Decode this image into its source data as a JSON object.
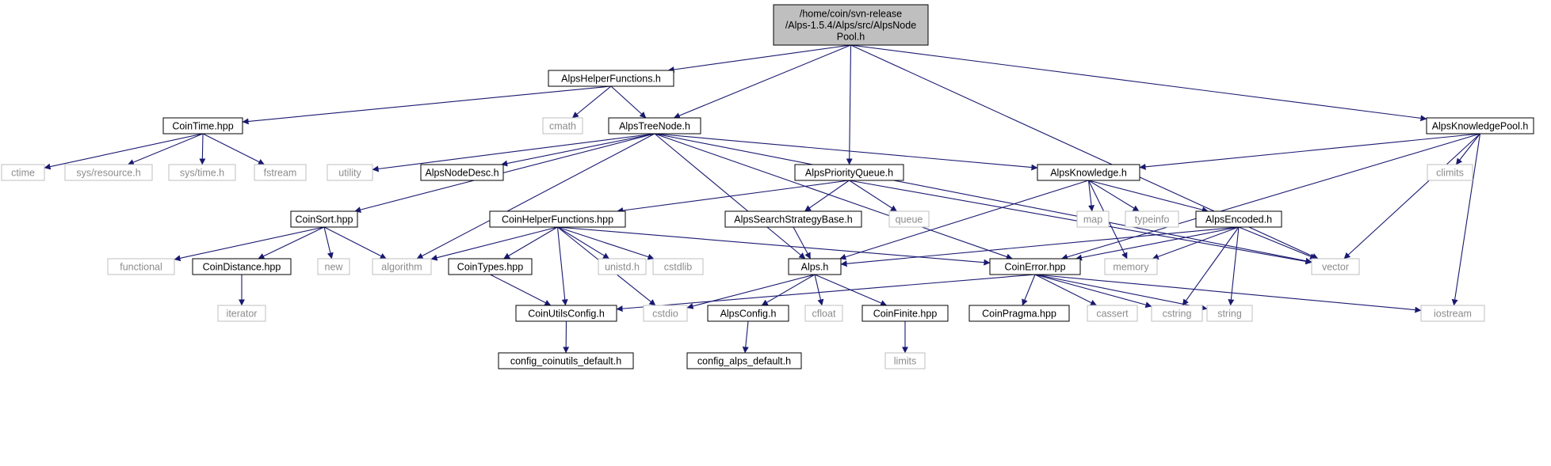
{
  "colors": {
    "root_fill": "#bfbfbf",
    "border_dark": "#000000",
    "border_light": "#bfbfbf",
    "text_dark": "#000000",
    "text_light": "#8c8c8c",
    "edge": "#191970"
  },
  "nodes": [
    {
      "id": "root",
      "lines": [
        "/home/coin/svn-release",
        "/Alps-1.5.4/Alps/src/AlpsNode",
        "Pool.h"
      ],
      "kind": "root"
    },
    {
      "id": "helper",
      "lines": [
        "AlpsHelperFunctions.h"
      ],
      "kind": "doc"
    },
    {
      "id": "knowpool",
      "lines": [
        "AlpsKnowledgePool.h"
      ],
      "kind": "doc"
    },
    {
      "id": "cointime",
      "lines": [
        "CoinTime.hpp"
      ],
      "kind": "doc"
    },
    {
      "id": "cmath",
      "lines": [
        "cmath"
      ],
      "kind": "sys"
    },
    {
      "id": "treenode",
      "lines": [
        "AlpsTreeNode.h"
      ],
      "kind": "doc"
    },
    {
      "id": "ctime",
      "lines": [
        "ctime"
      ],
      "kind": "sys"
    },
    {
      "id": "sysres",
      "lines": [
        "sys/resource.h"
      ],
      "kind": "sys"
    },
    {
      "id": "systime",
      "lines": [
        "sys/time.h"
      ],
      "kind": "sys"
    },
    {
      "id": "fstream",
      "lines": [
        "fstream"
      ],
      "kind": "sys"
    },
    {
      "id": "utility",
      "lines": [
        "utility"
      ],
      "kind": "sys"
    },
    {
      "id": "nodedesc",
      "lines": [
        "AlpsNodeDesc.h"
      ],
      "kind": "doc"
    },
    {
      "id": "prioq",
      "lines": [
        "AlpsPriorityQueue.h"
      ],
      "kind": "doc"
    },
    {
      "id": "knowledge",
      "lines": [
        "AlpsKnowledge.h"
      ],
      "kind": "doc"
    },
    {
      "id": "climits",
      "lines": [
        "climits"
      ],
      "kind": "sys"
    },
    {
      "id": "coinsort",
      "lines": [
        "CoinSort.hpp"
      ],
      "kind": "doc"
    },
    {
      "id": "coinhelper",
      "lines": [
        "CoinHelperFunctions.hpp"
      ],
      "kind": "doc"
    },
    {
      "id": "searchstrat",
      "lines": [
        "AlpsSearchStrategyBase.h"
      ],
      "kind": "doc"
    },
    {
      "id": "queue",
      "lines": [
        "queue"
      ],
      "kind": "sys"
    },
    {
      "id": "map",
      "lines": [
        "map"
      ],
      "kind": "sys"
    },
    {
      "id": "typeinfo",
      "lines": [
        "typeinfo"
      ],
      "kind": "sys"
    },
    {
      "id": "encoded",
      "lines": [
        "AlpsEncoded.h"
      ],
      "kind": "doc"
    },
    {
      "id": "functional",
      "lines": [
        "functional"
      ],
      "kind": "sys"
    },
    {
      "id": "coindist",
      "lines": [
        "CoinDistance.hpp"
      ],
      "kind": "doc"
    },
    {
      "id": "new",
      "lines": [
        "new"
      ],
      "kind": "sys"
    },
    {
      "id": "algorithm",
      "lines": [
        "algorithm"
      ],
      "kind": "sys"
    },
    {
      "id": "cointypes",
      "lines": [
        "CoinTypes.hpp"
      ],
      "kind": "doc"
    },
    {
      "id": "unistd",
      "lines": [
        "unistd.h"
      ],
      "kind": "sys"
    },
    {
      "id": "cstdlib",
      "lines": [
        "cstdlib"
      ],
      "kind": "sys"
    },
    {
      "id": "alpsh",
      "lines": [
        "Alps.h"
      ],
      "kind": "doc"
    },
    {
      "id": "coinerror",
      "lines": [
        "CoinError.hpp"
      ],
      "kind": "doc"
    },
    {
      "id": "memory",
      "lines": [
        "memory"
      ],
      "kind": "sys"
    },
    {
      "id": "vector",
      "lines": [
        "vector"
      ],
      "kind": "sys"
    },
    {
      "id": "iterator",
      "lines": [
        "iterator"
      ],
      "kind": "sys"
    },
    {
      "id": "coinutilscfg",
      "lines": [
        "CoinUtilsConfig.h"
      ],
      "kind": "doc"
    },
    {
      "id": "cstdio",
      "lines": [
        "cstdio"
      ],
      "kind": "sys"
    },
    {
      "id": "alpsconfig",
      "lines": [
        "AlpsConfig.h"
      ],
      "kind": "doc"
    },
    {
      "id": "cfloat",
      "lines": [
        "cfloat"
      ],
      "kind": "sys"
    },
    {
      "id": "coinfinite",
      "lines": [
        "CoinFinite.hpp"
      ],
      "kind": "doc"
    },
    {
      "id": "coinpragma",
      "lines": [
        "CoinPragma.hpp"
      ],
      "kind": "doc"
    },
    {
      "id": "cassert",
      "lines": [
        "cassert"
      ],
      "kind": "sys"
    },
    {
      "id": "cstring",
      "lines": [
        "cstring"
      ],
      "kind": "sys"
    },
    {
      "id": "string",
      "lines": [
        "string"
      ],
      "kind": "sys"
    },
    {
      "id": "iostream",
      "lines": [
        "iostream"
      ],
      "kind": "sys"
    },
    {
      "id": "cfgcoinutils",
      "lines": [
        "config_coinutils_default.h"
      ],
      "kind": "doc"
    },
    {
      "id": "cfgalps",
      "lines": [
        "config_alps_default.h"
      ],
      "kind": "doc"
    },
    {
      "id": "limits",
      "lines": [
        "limits"
      ],
      "kind": "sys"
    }
  ],
  "edges": [
    [
      "root",
      "helper"
    ],
    [
      "root",
      "treenode"
    ],
    [
      "root",
      "prioq"
    ],
    [
      "root",
      "vector"
    ],
    [
      "root",
      "knowpool"
    ],
    [
      "helper",
      "cointime"
    ],
    [
      "helper",
      "cmath"
    ],
    [
      "helper",
      "treenode"
    ],
    [
      "cointime",
      "ctime"
    ],
    [
      "cointime",
      "sysres"
    ],
    [
      "cointime",
      "systime"
    ],
    [
      "cointime",
      "fstream"
    ],
    [
      "treenode",
      "utility"
    ],
    [
      "treenode",
      "nodedesc"
    ],
    [
      "treenode",
      "knowledge"
    ],
    [
      "treenode",
      "vector"
    ],
    [
      "treenode",
      "coinsort"
    ],
    [
      "treenode",
      "algorithm"
    ],
    [
      "treenode",
      "alpsh"
    ],
    [
      "treenode",
      "coinerror"
    ],
    [
      "knowpool",
      "knowledge"
    ],
    [
      "knowpool",
      "climits"
    ],
    [
      "knowpool",
      "coinerror"
    ],
    [
      "knowpool",
      "vector"
    ],
    [
      "knowpool",
      "iostream"
    ],
    [
      "prioq",
      "coinhelper"
    ],
    [
      "prioq",
      "searchstrat"
    ],
    [
      "prioq",
      "queue"
    ],
    [
      "prioq",
      "vector"
    ],
    [
      "knowledge",
      "map"
    ],
    [
      "knowledge",
      "typeinfo"
    ],
    [
      "knowledge",
      "encoded"
    ],
    [
      "knowledge",
      "alpsh"
    ],
    [
      "knowledge",
      "memory"
    ],
    [
      "coinsort",
      "functional"
    ],
    [
      "coinsort",
      "coindist"
    ],
    [
      "coinsort",
      "new"
    ],
    [
      "coinsort",
      "algorithm"
    ],
    [
      "coindist",
      "iterator"
    ],
    [
      "coinhelper",
      "algorithm"
    ],
    [
      "coinhelper",
      "cointypes"
    ],
    [
      "coinhelper",
      "coinutilscfg"
    ],
    [
      "coinhelper",
      "unistd"
    ],
    [
      "coinhelper",
      "cstdlib"
    ],
    [
      "coinhelper",
      "cstdio"
    ],
    [
      "coinhelper",
      "coinerror"
    ],
    [
      "searchstrat",
      "alpsh"
    ],
    [
      "encoded",
      "alpsh"
    ],
    [
      "encoded",
      "coinerror"
    ],
    [
      "encoded",
      "memory"
    ],
    [
      "encoded",
      "vector"
    ],
    [
      "encoded",
      "cstring"
    ],
    [
      "encoded",
      "string"
    ],
    [
      "cointypes",
      "coinutilscfg"
    ],
    [
      "alpsh",
      "cstdio"
    ],
    [
      "alpsh",
      "alpsconfig"
    ],
    [
      "alpsh",
      "cfloat"
    ],
    [
      "alpsh",
      "coinfinite"
    ],
    [
      "coinerror",
      "coinutilscfg"
    ],
    [
      "coinerror",
      "coinpragma"
    ],
    [
      "coinerror",
      "cassert"
    ],
    [
      "coinerror",
      "cstring"
    ],
    [
      "coinerror",
      "string"
    ],
    [
      "coinerror",
      "iostream"
    ],
    [
      "coinutilscfg",
      "cfgcoinutils"
    ],
    [
      "alpsconfig",
      "cfgalps"
    ],
    [
      "coinfinite",
      "limits"
    ]
  ]
}
